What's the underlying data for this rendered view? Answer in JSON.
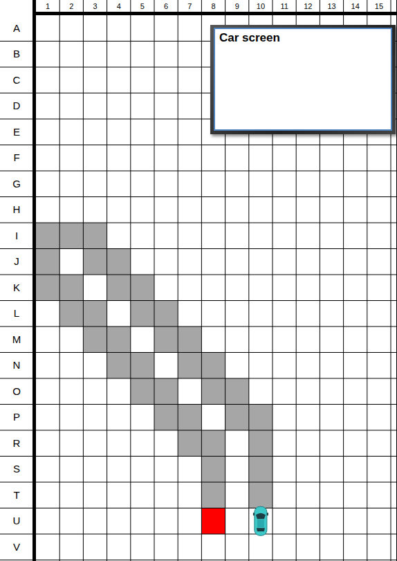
{
  "diagram": {
    "nodes": [
      {
        "text": [
          "Car screen"
        ]
      }
    ],
    "labels": [
      "1",
      "2",
      "3",
      "4",
      "5",
      "6",
      "7",
      "8",
      "9",
      "10",
      "11",
      "12",
      "13",
      "14",
      "15",
      "A",
      "B",
      "C",
      "D",
      "E",
      "F",
      "G",
      "H",
      "I",
      "J",
      "K",
      "L",
      "M",
      "N",
      "O",
      "P",
      "R",
      "S",
      "T",
      "U",
      "V"
    ]
  }
}
